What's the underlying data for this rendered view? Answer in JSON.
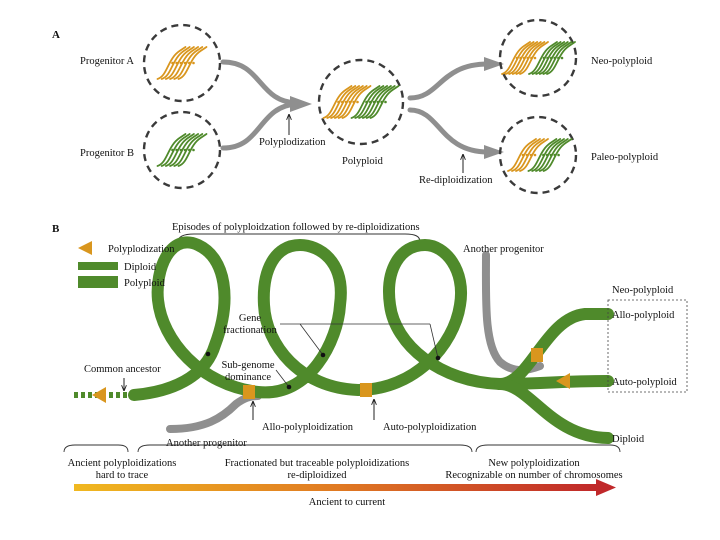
{
  "panel_a": {
    "letter": "A",
    "progenitor_a": "Progenitor A",
    "progenitor_b": "Progenitor B",
    "polyploidization": "Polyplodization",
    "polyploid": "Polyploid",
    "neo_polyploid": "Neo-polyploid",
    "re_diploidization": "Re-diploidization",
    "paleo_polyploid": "Paleo-polyploid"
  },
  "panel_b": {
    "letter": "B",
    "episodes_label": "Episodes of polyploidzation followed by re-diploidizations",
    "legend": {
      "polyploidization": "Polyplodization",
      "diploid": "Diploid",
      "polyploid": "Polyploid"
    },
    "another_progenitor_top": "Another progenitor",
    "another_progenitor_bottom": "Another progenitor",
    "neo_polyploid": "Neo-polyploid",
    "allo_polyploid_right": "Allo-polyploid",
    "auto_polyploid_right": "Auto-polyploid",
    "diploid_right": "Diploid",
    "gene_fractionation": [
      "Gene",
      "fractionation"
    ],
    "sub_genome_dominance": [
      "Sub-genome",
      "dominance"
    ],
    "common_ancestor": "Common ancestor",
    "allo_polyploidization": "Allo-polyploidization",
    "auto_polyploidization": "Auto-polyploidization",
    "bracket_1": [
      "Ancient polyploidizations",
      "hard to trace"
    ],
    "bracket_2": [
      "Fractionated but traceable polyploidizations",
      "re-diploidized"
    ],
    "bracket_3": [
      "New polyploidization",
      "Recognizable on number of chromosomes"
    ],
    "timeline_label": "Ancient to current"
  },
  "colors": {
    "orange": "#D9961E",
    "green": "#4F8A2B",
    "green_dark": "#2F6A18",
    "gray": "#8F8F8F",
    "circle": "#3A3A3A",
    "arrow_start": "#F0B820",
    "arrow_end": "#C0282A"
  }
}
